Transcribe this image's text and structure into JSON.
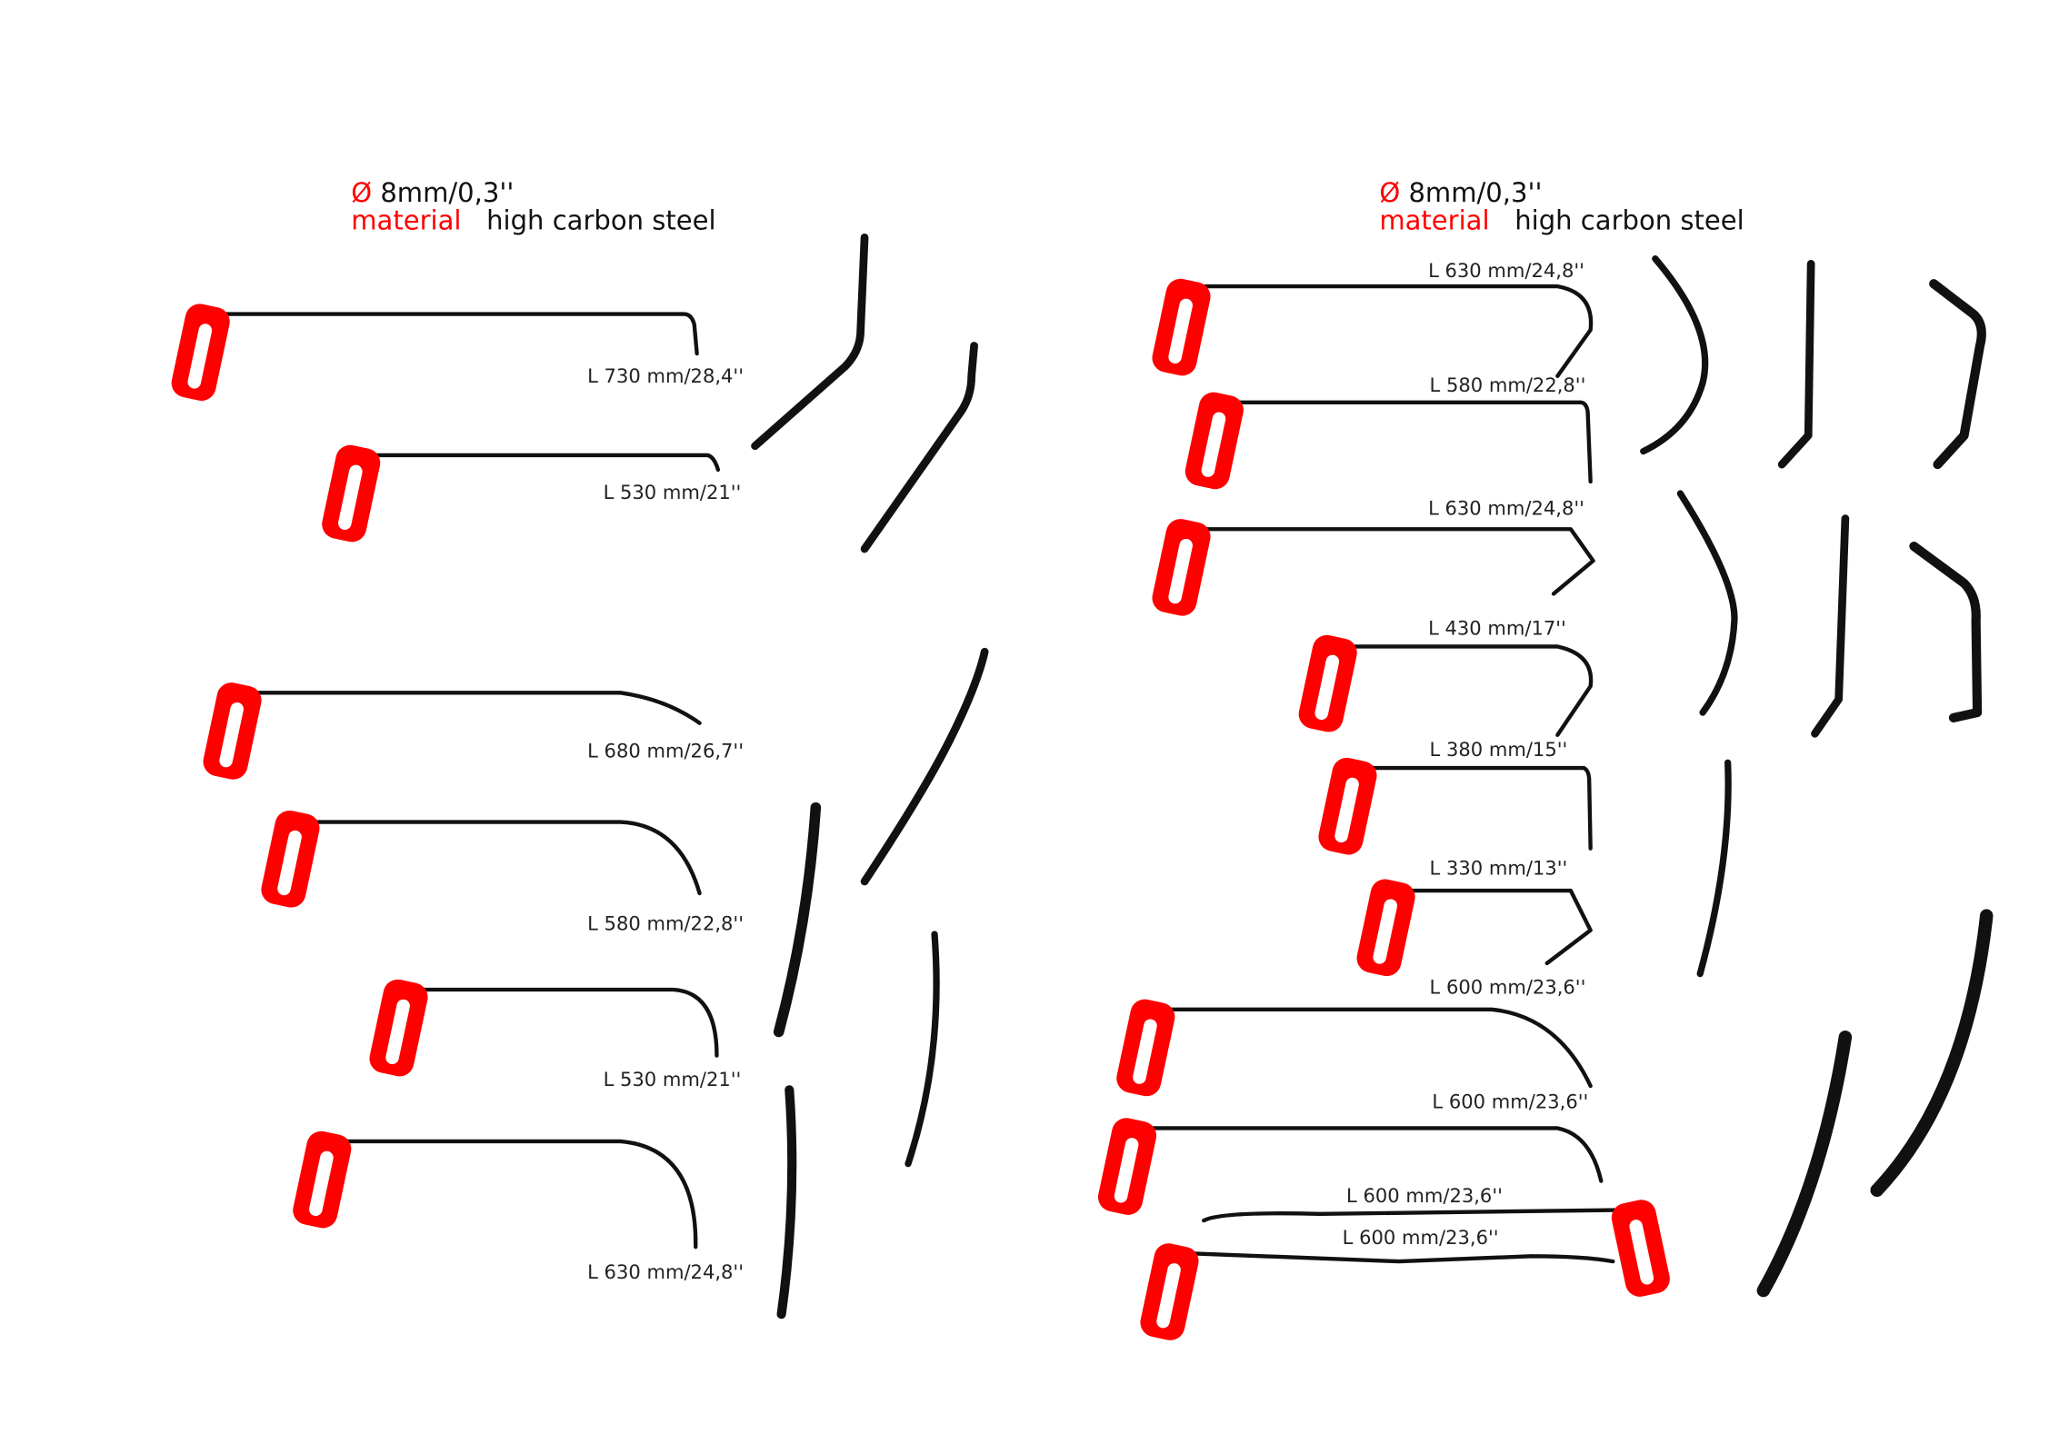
{
  "specs_left": {
    "diameter_symbol": "Ø",
    "diameter": "8mm/0,3''",
    "material_label": "material",
    "material": "high carbon steel"
  },
  "specs_right": {
    "diameter_symbol": "Ø",
    "diameter": "8mm/0,3''",
    "material_label": "material",
    "material": "high carbon steel"
  },
  "left_tools": [
    {
      "length": "L 730 mm/28,4''"
    },
    {
      "length": "L 530 mm/21''"
    },
    {
      "length": "L 680 mm/26,7''"
    },
    {
      "length": "L 580 mm/22,8''"
    },
    {
      "length": "L 530 mm/21''"
    },
    {
      "length": "L 630 mm/24,8''"
    }
  ],
  "right_tools": [
    {
      "length": "L 630 mm/24,8''"
    },
    {
      "length": "L 580 mm/22,8''"
    },
    {
      "length": "L 630 mm/24,8''"
    },
    {
      "length": "L 430 mm/17''"
    },
    {
      "length": "L 380 mm/15''"
    },
    {
      "length": "L 330 mm/13''"
    },
    {
      "length": "L 600 mm/23,6''"
    },
    {
      "length": "L 600 mm/23,6''"
    },
    {
      "length": "L 600 mm/23,6''"
    },
    {
      "length": "L 600 mm/23,6''"
    }
  ],
  "colors": {
    "handle": "#ff0000",
    "rod": "#111111",
    "accent_text": "#ff0000"
  }
}
